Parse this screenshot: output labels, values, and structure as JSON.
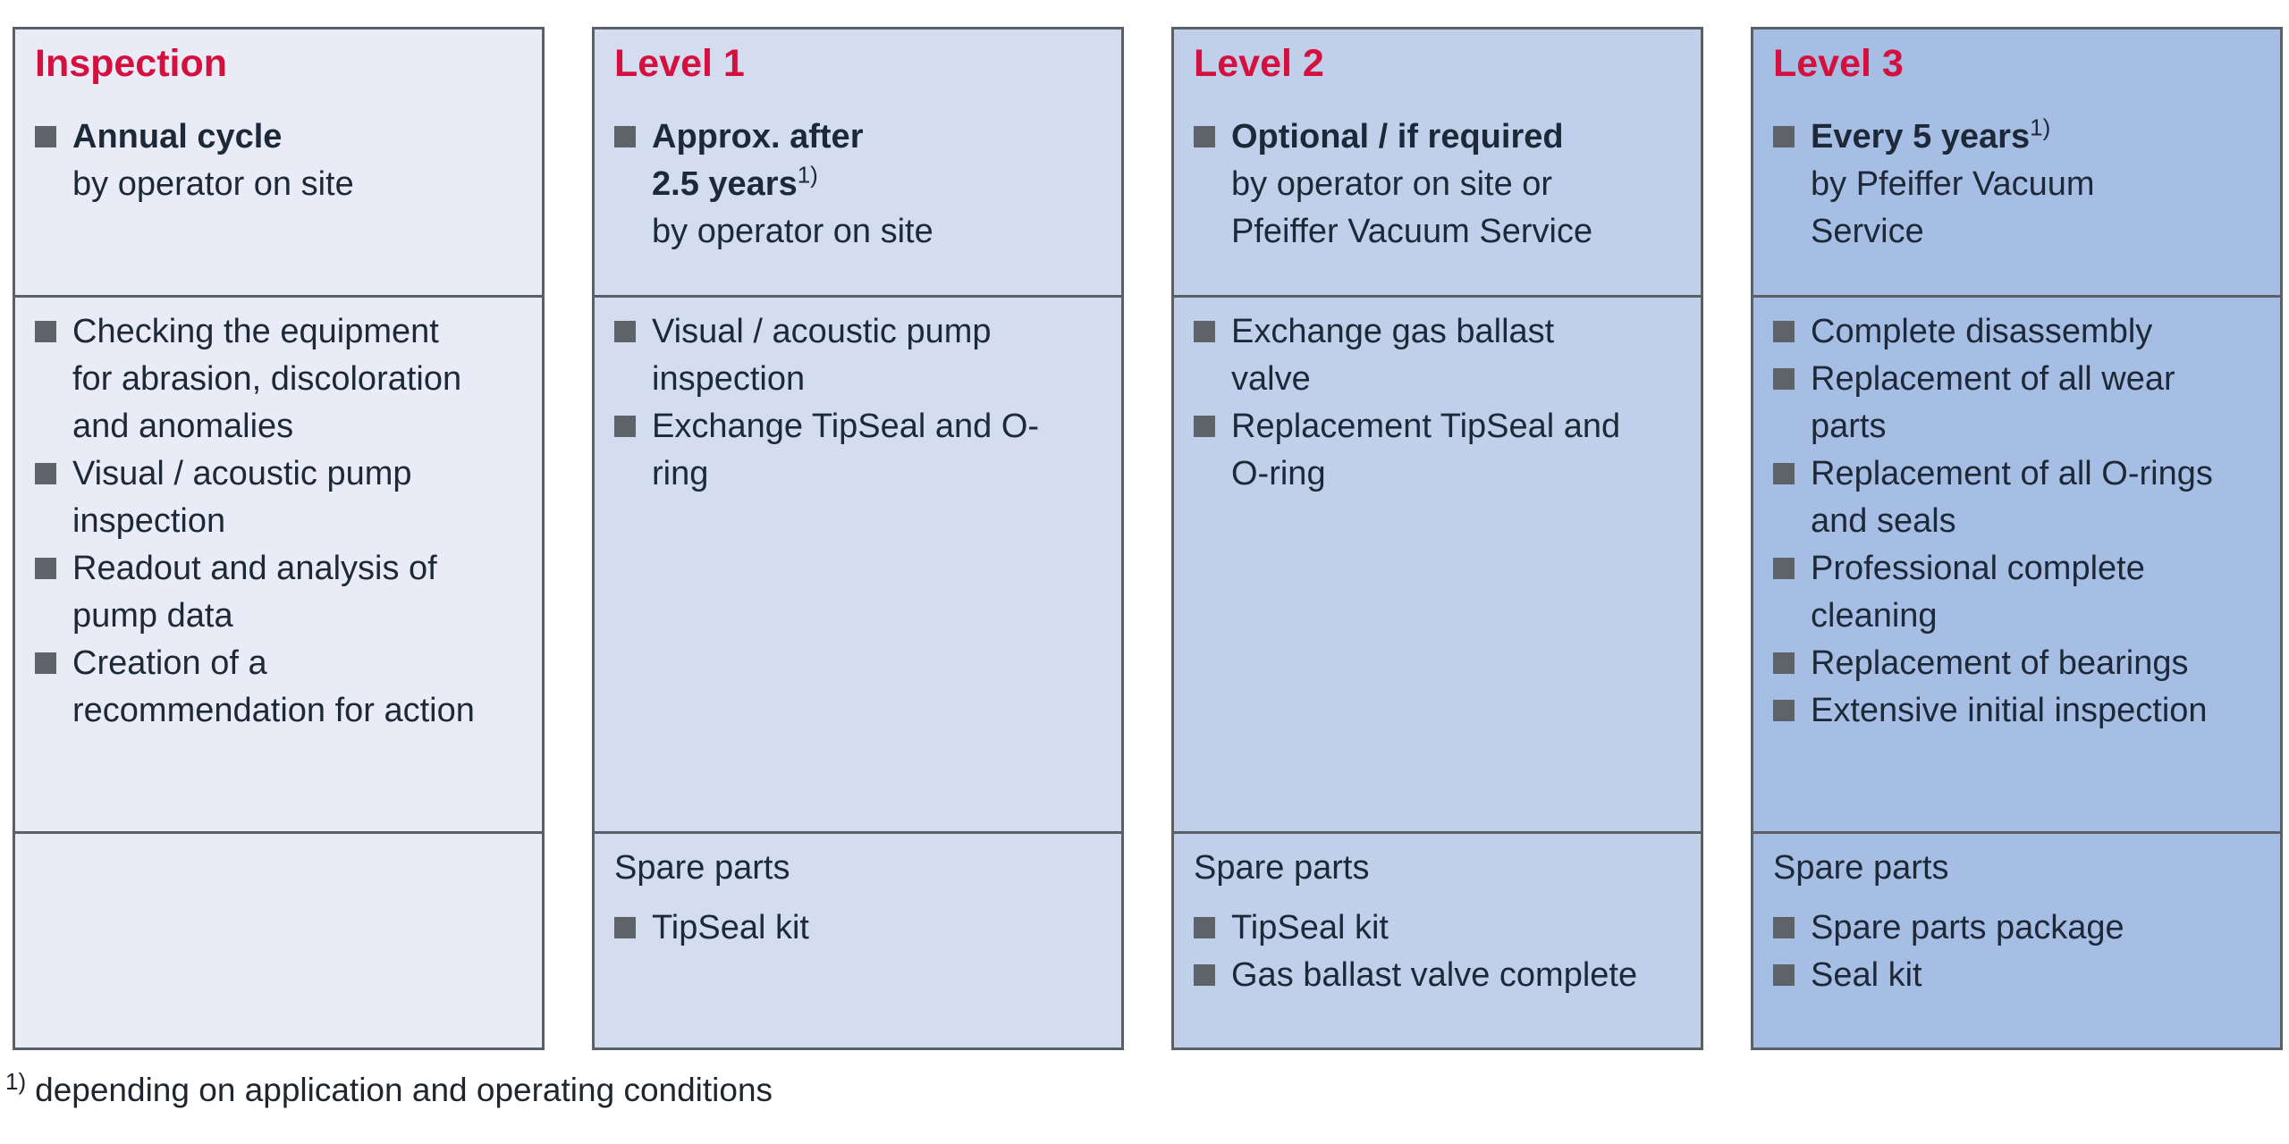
{
  "colors": {
    "accent_red": "#d4103f",
    "text": "#1d2938",
    "border": "#5a6067",
    "bullet_square": "#5e6369",
    "column_backgrounds": [
      "#e9ecf6",
      "#d4ddf0",
      "#c1d0ea",
      "#a6bee3"
    ]
  },
  "columns": [
    {
      "title": "Inspection",
      "header_bullet": {
        "bold_lines": [
          {
            "text": "Annual cycle"
          }
        ],
        "regular_lines": [
          "by operator on site"
        ]
      },
      "tasks": [
        "Checking the equipment for abrasion, discoloration and anomalies",
        "Visual / acoustic pump inspection",
        "Readout and analysis of pump data",
        "Creation of a recommendation for action"
      ],
      "spare_parts_label": "",
      "spare_parts": []
    },
    {
      "title": "Level 1",
      "header_bullet": {
        "bold_lines": [
          {
            "text": "Approx. after"
          },
          {
            "text": "2.5 years",
            "sup": "1)"
          }
        ],
        "regular_lines": [
          "by operator on site"
        ]
      },
      "tasks": [
        "Visual / acoustic pump inspection",
        "Exchange TipSeal and O-ring"
      ],
      "spare_parts_label": "Spare parts",
      "spare_parts": [
        "TipSeal kit"
      ]
    },
    {
      "title": "Level 2",
      "header_bullet": {
        "bold_lines": [
          {
            "text": "Optional / if required"
          }
        ],
        "regular_lines": [
          "by operator on site or",
          "Pfeiffer Vacuum Service"
        ]
      },
      "tasks": [
        "Exchange gas ballast valve",
        "Replacement TipSeal and O-ring"
      ],
      "spare_parts_label": "Spare parts",
      "spare_parts": [
        "TipSeal kit",
        "Gas ballast valve complete"
      ]
    },
    {
      "title": "Level 3",
      "header_bullet": {
        "bold_lines": [
          {
            "text": "Every 5 years",
            "sup": "1)"
          }
        ],
        "regular_lines": [
          "by Pfeiffer Vacuum",
          "Service"
        ]
      },
      "tasks": [
        "Complete disassembly",
        "Replacement of all wear parts",
        "Replacement of all O-rings and seals",
        "Professional complete cleaning",
        "Replacement of bearings",
        "Extensive initial inspection"
      ],
      "spare_parts_label": "Spare parts",
      "spare_parts": [
        "Spare parts package",
        "Seal kit"
      ]
    }
  ],
  "footnote": {
    "marker": "1)",
    "text": "depending on application and operating conditions"
  }
}
